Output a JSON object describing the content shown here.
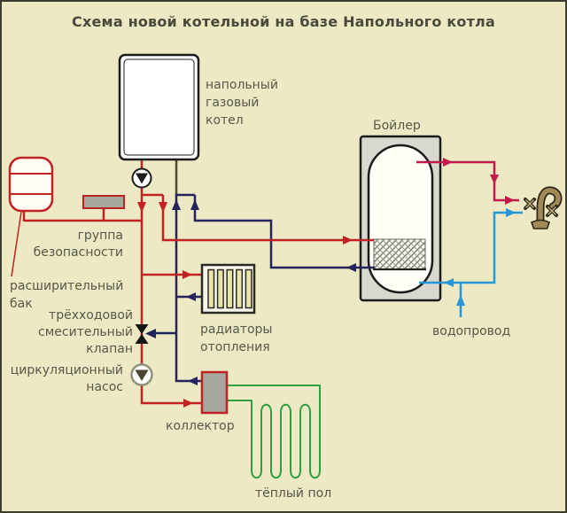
{
  "title": "Схема новой котельной на базе Напольного котла",
  "labels": {
    "boiler": "напольный\nгазовый\nкотел",
    "dhw_tank": "Бойлер",
    "safety_group": "группа\nбезопасности",
    "expansion_tank": "расширительный\nбак",
    "mixing_valve": "трёхходовой\nсмесительный\nклапан",
    "circulation_pump": "циркуляционный\nнасос",
    "collector": "коллектор",
    "radiators": "радиаторы\nотопления",
    "warm_floor": "тёплый пол",
    "water_supply": "водопровод"
  },
  "colors": {
    "background": "#ece9c4",
    "heating_supply_red": "#c32222",
    "heating_return_navy": "#23235e",
    "boiler_return_stub_olive": "#4c4c30",
    "dhw_hot_crimson": "#c2194f",
    "cold_water_blue": "#2497d8",
    "floor_heating_green": "#2f9e3f",
    "equipment_gray": "#a8a89e",
    "text": "#57574a"
  },
  "icons": {
    "pump": "circle-with-down-triangle",
    "mixing_valve": "double-triangle-bowtie",
    "faucet": "bronze-tap-glyph"
  }
}
